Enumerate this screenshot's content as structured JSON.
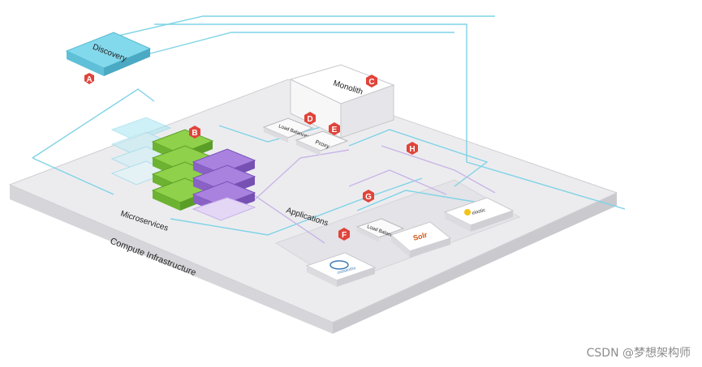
{
  "labels": {
    "discovery": "Discovery",
    "monolith": "Monolith",
    "load_balancer_1": "Load Balancer",
    "load_balancer_2": "Load Balancer",
    "proxy": "Proxy",
    "microservices": "Microservices",
    "applications": "Applications",
    "compute_infrastructure": "Compute Infrastructure",
    "app_solr": "Solr",
    "app_cassandra": "cassandra",
    "app_elastic": "elastic"
  },
  "badges": {
    "a": "A",
    "b": "B",
    "c": "C",
    "d": "D",
    "e": "E",
    "f": "F",
    "g": "G",
    "h": "H"
  },
  "colors": {
    "badge": "#e0443a",
    "cyan": "#7fd3e6",
    "green": "#7ec23c",
    "purple": "#9a6fd3",
    "platform": "#f3f3f5"
  },
  "watermark": "CSDN @梦想架构师"
}
